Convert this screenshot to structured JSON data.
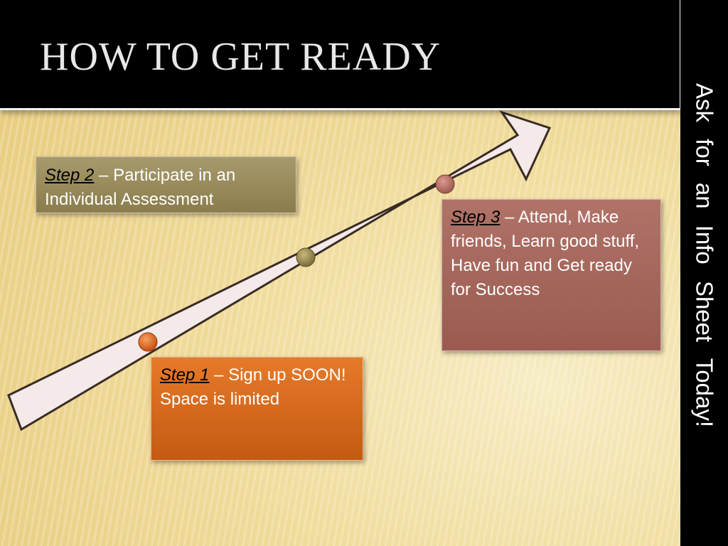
{
  "slide": {
    "title": "HOW TO GET READY",
    "side_text": "Ask for an Info Sheet Today!"
  },
  "steps": [
    {
      "label": "Step 1",
      "text": " – Sign up SOON! Space is limited"
    },
    {
      "label": "Step 2",
      "text": " – Participate in an Individual Assessment"
    },
    {
      "label": "Step 3",
      "text": " – Attend, Make friends, Learn good stuff, Have fun and Get ready for Success"
    }
  ],
  "colors": {
    "step1": "#d86a1e",
    "step2": "#9a8c5c",
    "step3": "#a8675c",
    "title_bar": "#000000"
  }
}
